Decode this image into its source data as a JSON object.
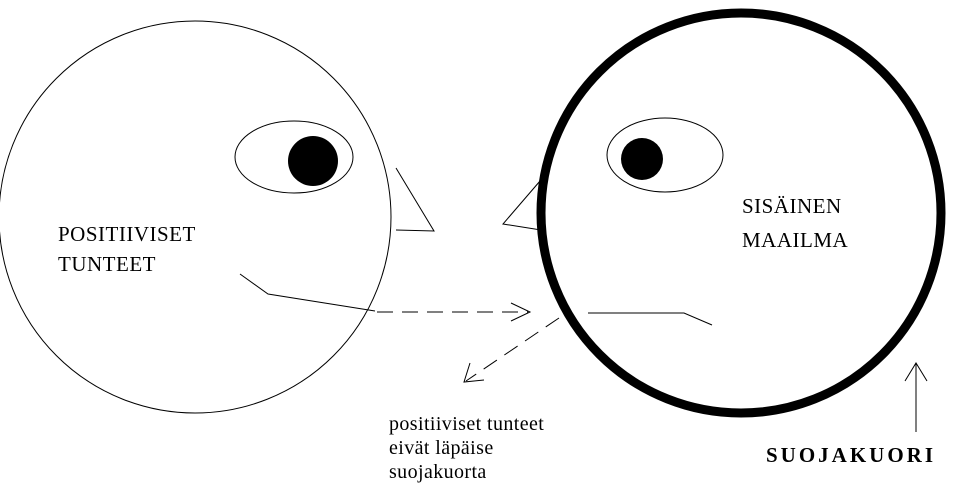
{
  "left_face": {
    "label_lines": [
      "POSITIIVISET",
      "TUNTEET"
    ]
  },
  "right_face": {
    "label_lines": [
      "SISÄINEN",
      "MAAILMA"
    ]
  },
  "note": {
    "lines": [
      "positiiviset tunteet",
      "eivät läpäise",
      "suojakuorta"
    ]
  },
  "shell_label": "SUOJAKUORI"
}
